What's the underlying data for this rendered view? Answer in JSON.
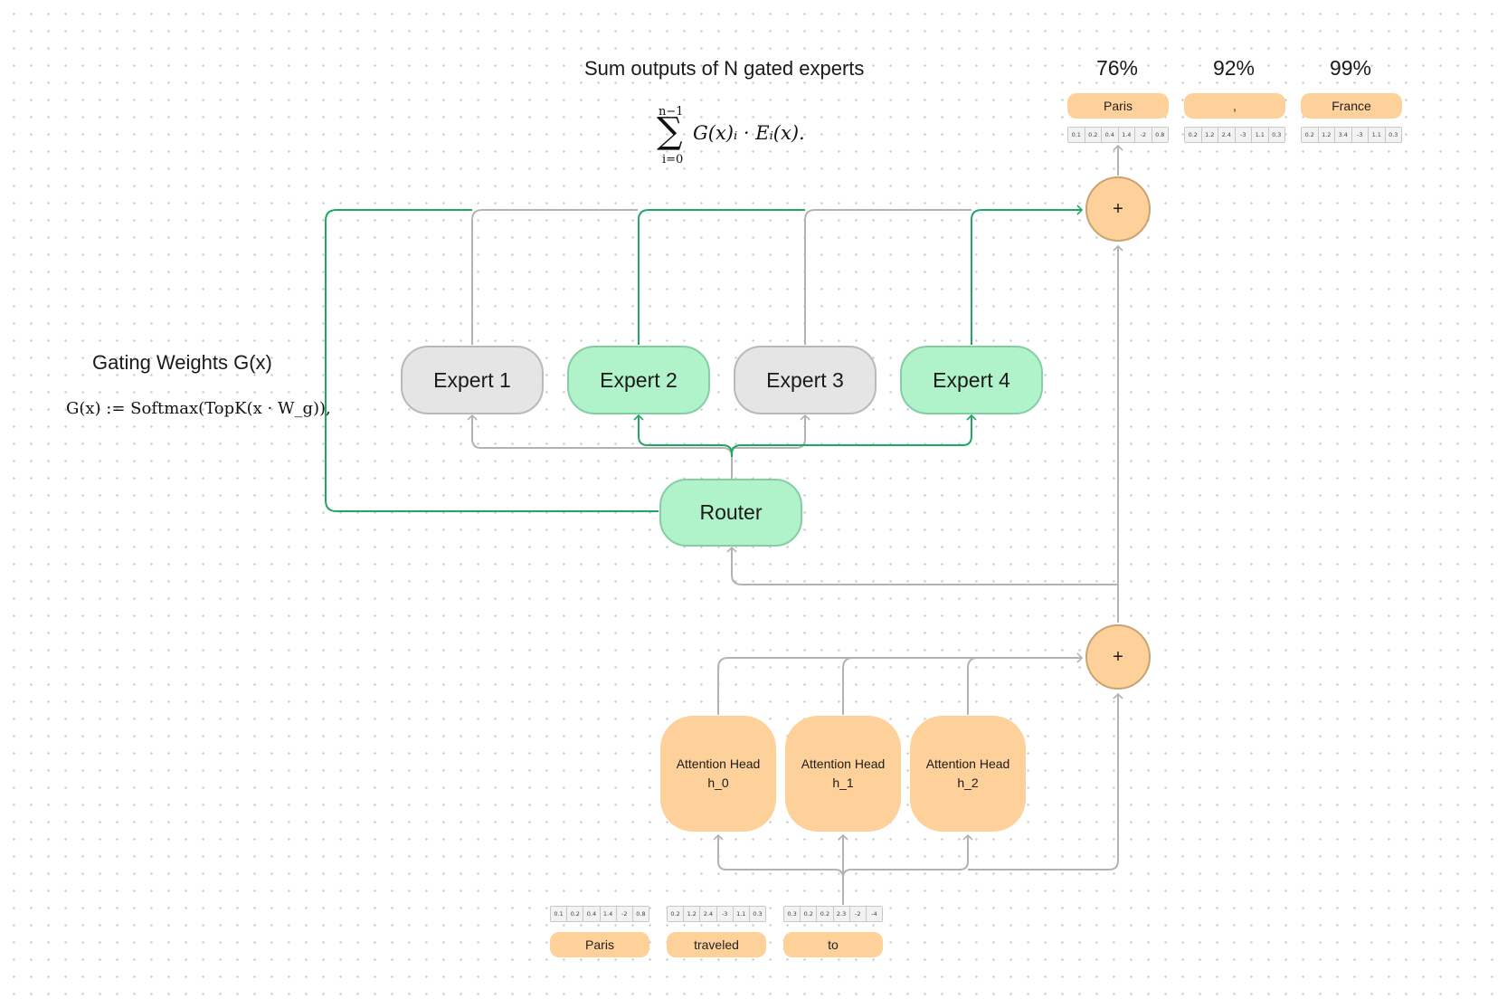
{
  "headings": {
    "sum": "Sum outputs of N gated experts",
    "gating": "Gating Weights G(x)"
  },
  "formulas": {
    "sum_upper": "n−1",
    "sum_symbol": "∑",
    "sum_lower": "i=0",
    "sum_body": "G(x)ᵢ · Eᵢ(x).",
    "gating": "G(x) := Softmax(TopK(x · W_g)),"
  },
  "experts": [
    {
      "label": "Expert 1",
      "active": false
    },
    {
      "label": "Expert 2",
      "active": true
    },
    {
      "label": "Expert 3",
      "active": false
    },
    {
      "label": "Expert 4",
      "active": true
    }
  ],
  "router": {
    "label": "Router"
  },
  "adders": {
    "top": "+",
    "bottom": "+"
  },
  "attention_heads": [
    {
      "line1": "Attention Head",
      "line2": "h_0"
    },
    {
      "line1": "Attention Head",
      "line2": "h_1"
    },
    {
      "line1": "Attention Head",
      "line2": "h_2"
    }
  ],
  "outputs": [
    {
      "percent": "76%",
      "token": "Paris",
      "vector": [
        "0.1",
        "0.2",
        "0.4",
        "1.4",
        "-2",
        "0.8"
      ]
    },
    {
      "percent": "92%",
      "token": ",",
      "vector": [
        "0.2",
        "1.2",
        "2.4",
        "-3",
        "1.1",
        "0.3"
      ]
    },
    {
      "percent": "99%",
      "token": "France",
      "vector": [
        "0.2",
        "1.2",
        "3.4",
        "-3",
        "1.1",
        "0.3"
      ]
    }
  ],
  "inputs": [
    {
      "token": "Paris",
      "vector": [
        "0.1",
        "0.2",
        "0.4",
        "1.4",
        "-2",
        "0.8"
      ]
    },
    {
      "token": "traveled",
      "vector": [
        "0.2",
        "1.2",
        "2.4",
        "-3",
        "1.1",
        "0.3"
      ]
    },
    {
      "token": "to",
      "vector": [
        "0.3",
        "0.2",
        "0.2",
        "2.3",
        "-2",
        "-4"
      ]
    }
  ],
  "colors": {
    "active_route": "#1fa864",
    "inactive_route": "#b3b3b3",
    "expert_active_fill": "#b0f3cb",
    "expert_inactive_fill": "#e5e5e5",
    "orange_fill": "#fdd199"
  }
}
